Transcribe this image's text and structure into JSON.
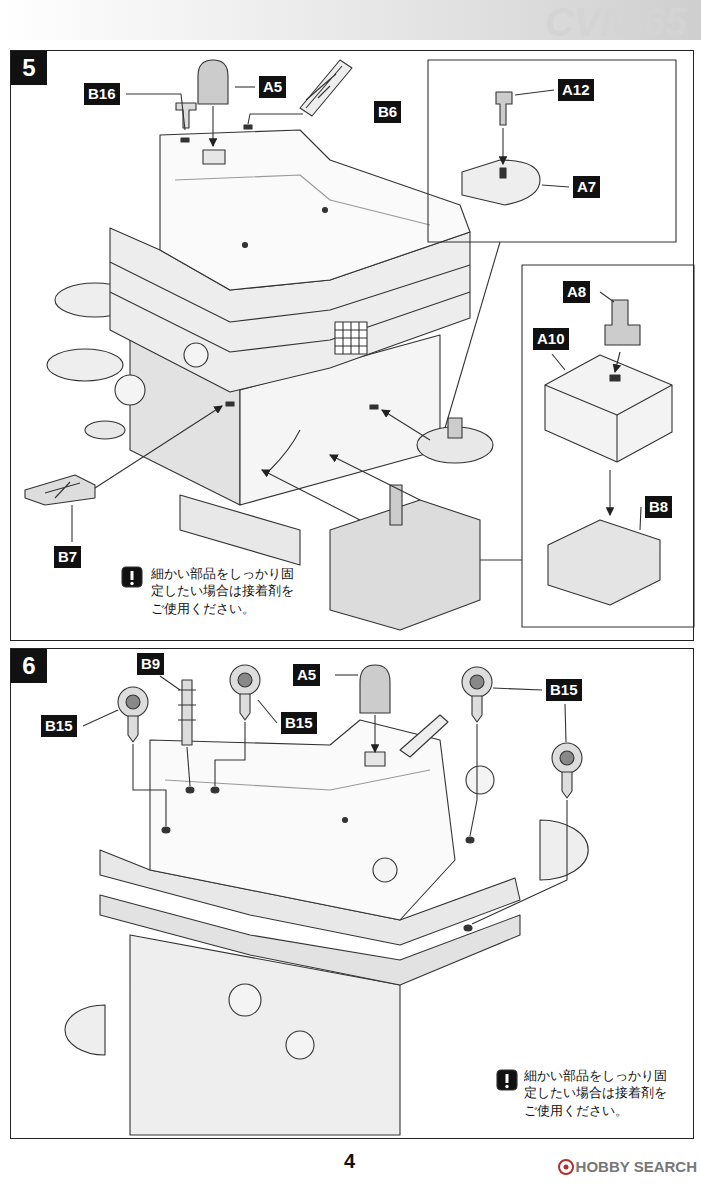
{
  "diagram": {
    "nodes": [
      {
        "text": [
          "5",
          "細かい部品をしっかり固定したい場合は接着剤をご使用ください。"
        ]
      },
      {
        "text": [
          "B16"
        ],
        "in": 0
      },
      {
        "text": [
          "A5"
        ],
        "in": 0
      },
      {
        "text": [
          "B6"
        ],
        "in": 0
      },
      {
        "text": [
          "A12"
        ],
        "in": 0
      },
      {
        "text": [
          "A7"
        ],
        "in": 0
      },
      {
        "text": [
          "A8"
        ],
        "in": 0
      },
      {
        "text": [
          "A10"
        ],
        "in": 0
      },
      {
        "text": [
          "B8"
        ],
        "in": 0
      },
      {
        "text": [
          "B7"
        ],
        "in": 0
      },
      {
        "text": [
          "6",
          "細かい部品をしっかり固定したい場合は接着剤をご使用ください。"
        ]
      },
      {
        "text": [
          "B15"
        ],
        "in": 10
      },
      {
        "text": [
          "B9"
        ],
        "in": 10
      },
      {
        "text": [
          "B15"
        ],
        "in": 10
      },
      {
        "text": [
          "A5"
        ],
        "in": 10
      },
      {
        "text": [
          "B15"
        ],
        "in": 10
      }
    ],
    "labels": [
      "CVN-65",
      "4",
      "HOBBY SEARCH"
    ]
  }
}
